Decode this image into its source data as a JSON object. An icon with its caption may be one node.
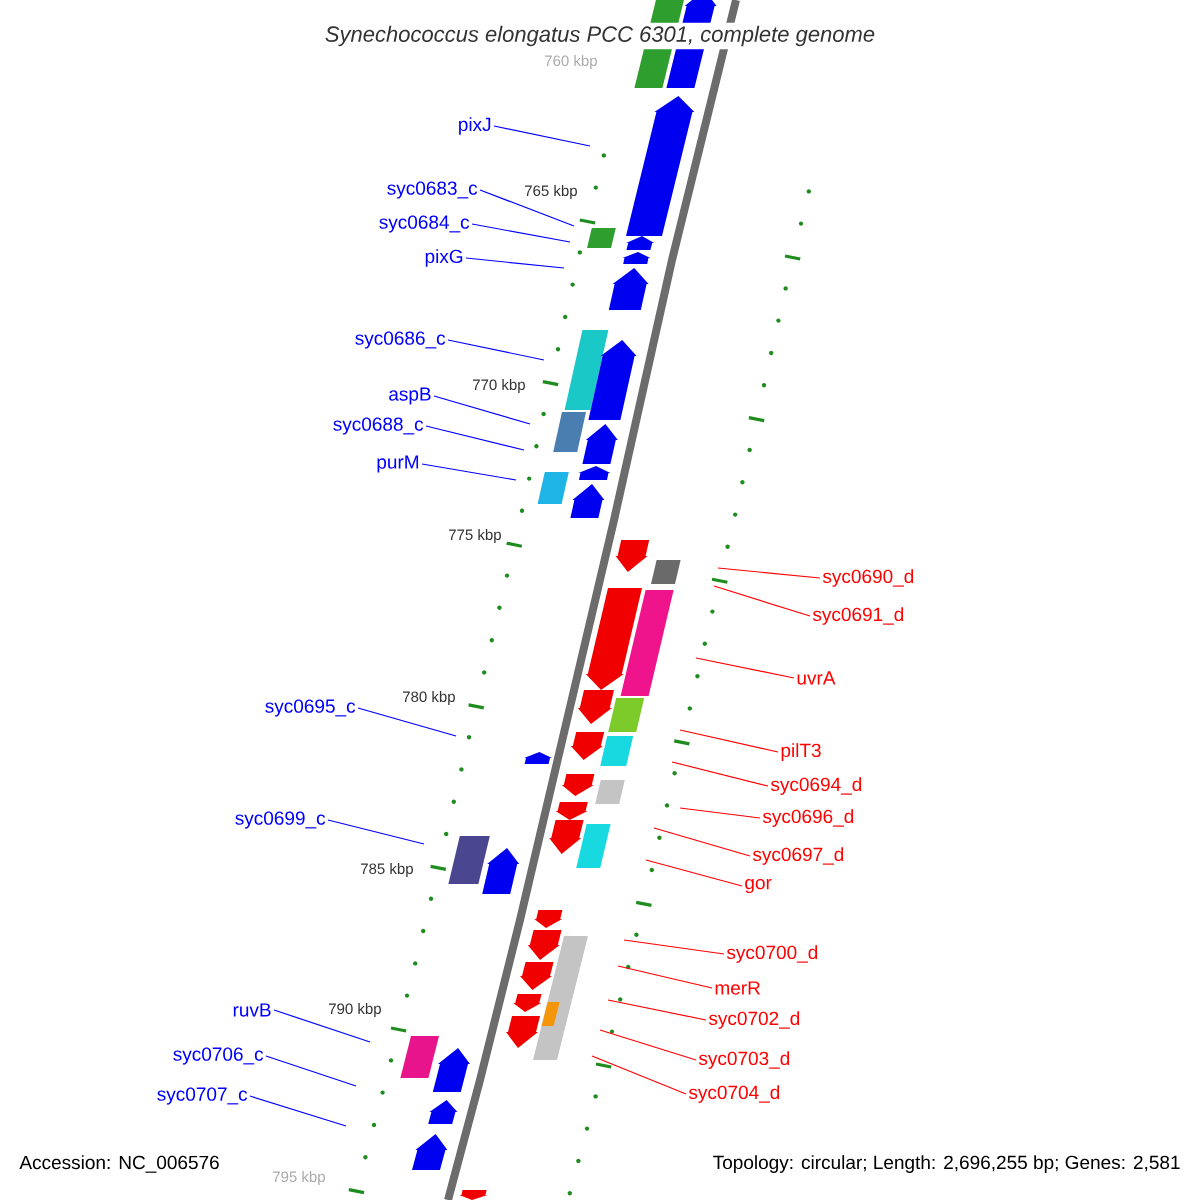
{
  "diagram": {
    "title": "*Synechococcus elongatus* PCC 6301, complete genome",
    "nodes": [
      {
        "text": [
          "pixJ"
        ]
      },
      {
        "text": [
          "syc0683_c"
        ]
      },
      {
        "text": [
          "syc0684_c"
        ]
      },
      {
        "text": [
          "pixG"
        ]
      },
      {
        "text": [
          "syc0686_c"
        ]
      },
      {
        "text": [
          "aspB"
        ]
      },
      {
        "text": [
          "syc0688_c"
        ]
      },
      {
        "text": [
          "purM"
        ]
      },
      {
        "text": [
          "syc0690_d"
        ]
      },
      {
        "text": [
          "syc0691_d"
        ]
      },
      {
        "text": [
          "uvrA"
        ]
      },
      {
        "text": [
          "syc0695_c"
        ]
      },
      {
        "text": [
          "pilT3"
        ]
      },
      {
        "text": [
          "syc0694_d"
        ]
      },
      {
        "text": [
          "syc0696_d"
        ]
      },
      {
        "text": [
          "syc0699_c"
        ]
      },
      {
        "text": [
          "syc0697_d"
        ]
      },
      {
        "text": [
          "gor"
        ]
      },
      {
        "text": [
          "syc0700_d"
        ]
      },
      {
        "text": [
          "merR"
        ]
      },
      {
        "text": [
          "syc0702_d"
        ]
      },
      {
        "text": [
          "ruvB"
        ]
      },
      {
        "text": [
          "syc0703_d"
        ]
      },
      {
        "text": [
          "syc0706_c"
        ]
      },
      {
        "text": [
          "syc0704_d"
        ]
      },
      {
        "text": [
          "syc0707_c"
        ]
      }
    ],
    "edges": [
      {
        "from": 0,
        "to": null,
        "arrow": "none"
      },
      {
        "from": 1,
        "to": null,
        "arrow": "none"
      },
      {
        "from": 2,
        "to": null,
        "arrow": "none"
      },
      {
        "from": 3,
        "to": null,
        "arrow": "none"
      },
      {
        "from": 4,
        "to": null,
        "arrow": "none"
      },
      {
        "from": 5,
        "to": null,
        "arrow": "none"
      },
      {
        "from": 6,
        "to": null,
        "arrow": "none"
      },
      {
        "from": 7,
        "to": null,
        "arrow": "none"
      },
      {
        "from": 8,
        "to": null,
        "arrow": "none",
        "color": "#ff0000"
      },
      {
        "from": 9,
        "to": null,
        "arrow": "none",
        "color": "#ff0000"
      },
      {
        "from": 10,
        "to": null,
        "arrow": "none",
        "color": "#ff0000"
      },
      {
        "from": 11,
        "to": null,
        "arrow": "none"
      },
      {
        "from": 12,
        "to": null,
        "arrow": "none",
        "color": "#ff0000"
      },
      {
        "from": 13,
        "to": null,
        "arrow": "none",
        "color": "#ff0000"
      },
      {
        "from": 14,
        "to": null,
        "arrow": "none",
        "color": "#ff0000"
      },
      {
        "from": 15,
        "to": null,
        "arrow": "none"
      },
      {
        "from": 16,
        "to": null,
        "arrow": "none",
        "color": "#ff0000"
      },
      {
        "from": 17,
        "to": null,
        "arrow": "none",
        "color": "#ff0000"
      },
      {
        "from": 18,
        "to": null,
        "arrow": "none",
        "color": "#ff0000"
      },
      {
        "from": 19,
        "to": null,
        "arrow": "none",
        "color": "#ff0000"
      },
      {
        "from": 20,
        "to": null,
        "arrow": "none",
        "color": "#ff0000"
      },
      {
        "from": 21,
        "to": null,
        "arrow": "none"
      },
      {
        "from": 22,
        "to": null,
        "arrow": "none",
        "color": "#ff0000"
      },
      {
        "from": 23,
        "to": null,
        "arrow": "none"
      },
      {
        "from": 24,
        "to": null,
        "arrow": "none",
        "color": "#ff0000"
      },
      {
        "from": 25,
        "to": null,
        "arrow": "none"
      }
    ],
    "labels": [
      "760 kbp",
      "765 kbp",
      "770 kbp",
      "775 kbp",
      "780 kbp",
      "785 kbp",
      "790 kbp",
      "795 kbp",
      "Accession: NC_006576",
      "Topology: circular; Length: 2,696,255 bp; Genes: 2,581"
    ]
  }
}
